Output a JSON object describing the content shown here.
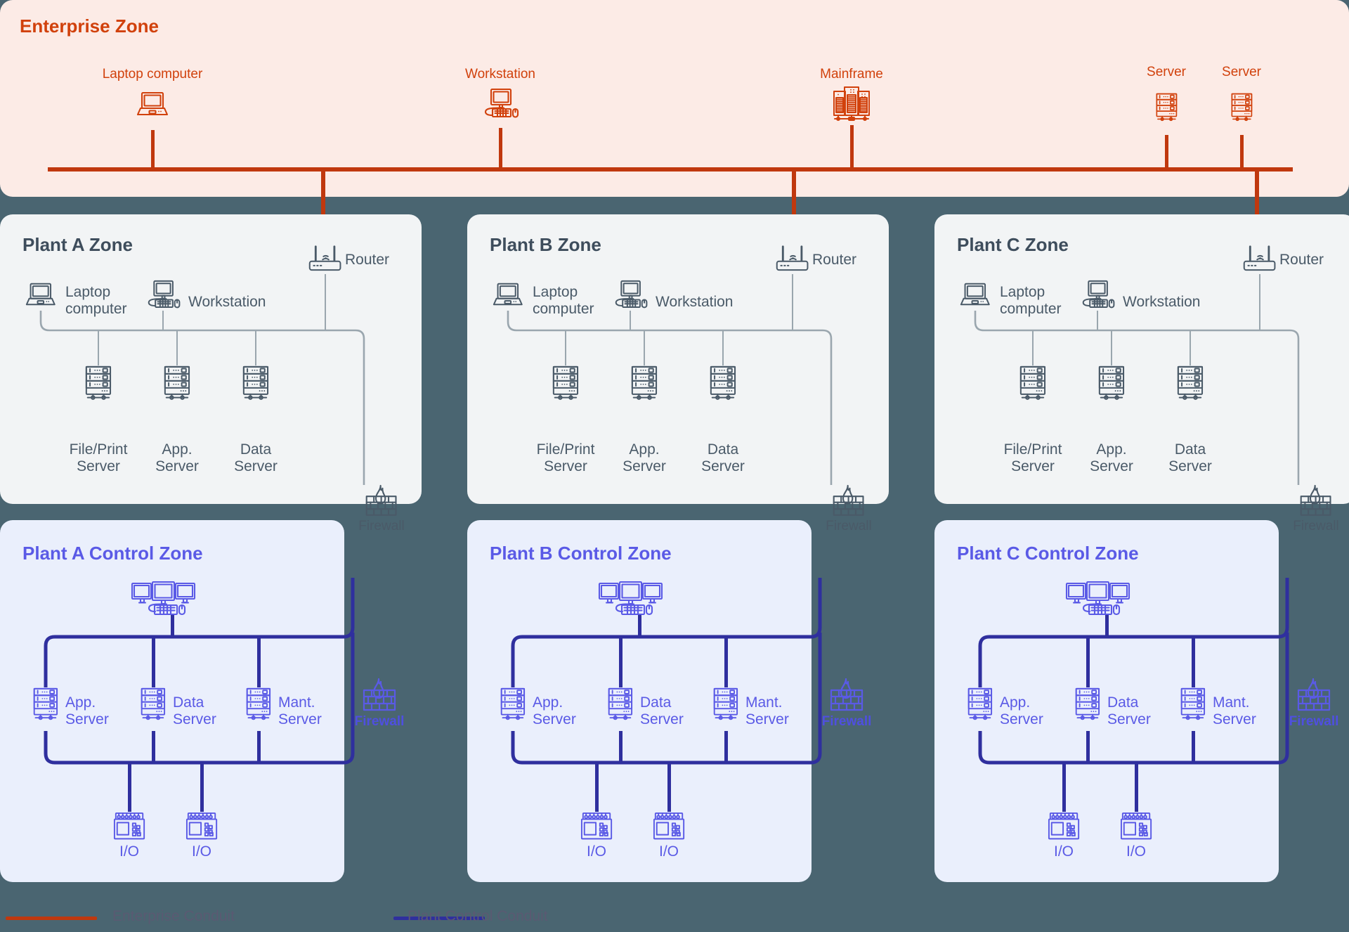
{
  "zones": {
    "enterprise": {
      "title": "Enterprise Zone"
    },
    "plants": [
      {
        "title": "Plant A Zone"
      },
      {
        "title": "Plant B Zone"
      },
      {
        "title": "Plant C Zone"
      }
    ],
    "controls": [
      {
        "title": "Plant A Control Zone"
      },
      {
        "title": "Plant B Control Zone"
      },
      {
        "title": "Plant C Control Zone"
      }
    ]
  },
  "enterprise_nodes": [
    {
      "label": "Laptop computer",
      "icon": "laptop-icon"
    },
    {
      "label": "Workstation",
      "icon": "workstation-icon"
    },
    {
      "label": "Mainframe",
      "icon": "mainframe-icon"
    },
    {
      "label": "Server",
      "icon": "server-icon"
    },
    {
      "label": "Server",
      "icon": "server-icon"
    }
  ],
  "plant_nodes": {
    "router": {
      "label": "Router",
      "icon": "router-icon"
    },
    "laptop": {
      "label": "Laptop\ncomputer",
      "line1": "Laptop",
      "line2": "computer",
      "icon": "laptop-icon"
    },
    "workstation": {
      "label": "Workstation",
      "icon": "workstation-icon"
    },
    "servers": [
      {
        "line1": "File/Print",
        "line2": "Server",
        "icon": "server-icon"
      },
      {
        "line1": "App.",
        "line2": "Server",
        "icon": "server-icon"
      },
      {
        "line1": "Data",
        "line2": "Server",
        "icon": "server-icon"
      }
    ],
    "firewall": {
      "label": "Firewall",
      "icon": "firewall-icon"
    }
  },
  "control_nodes": {
    "hmi": {
      "icon": "triple-monitor-workstation-icon"
    },
    "servers": [
      {
        "line1": "App.",
        "line2": "Server",
        "icon": "server-icon"
      },
      {
        "line1": "Data",
        "line2": "Server",
        "icon": "server-icon"
      },
      {
        "line1": "Mant.",
        "line2": "Server",
        "icon": "server-icon"
      }
    ],
    "io": [
      {
        "label": "I/O",
        "icon": "io-module-icon"
      },
      {
        "label": "I/O",
        "icon": "io-module-icon"
      }
    ],
    "firewall": {
      "label": "Firewall",
      "icon": "firewall-icon"
    }
  },
  "legend": {
    "items": [
      {
        "label": "Enterprise Conduit",
        "color": "#c0380e"
      },
      {
        "label": "Plant Control Conduit",
        "color": "#2f2f9e"
      }
    ]
  },
  "colors": {
    "enterprise_accent": "#d1410c",
    "enterprise_bg": "#fcebe6",
    "plant_accent": "#4a5a68",
    "plant_bg": "#f2f4f5",
    "control_accent": "#5a5ae6",
    "control_bg": "#eaeffc",
    "page_bg": "#4a6571",
    "enterprise_conduit": "#c0380e",
    "control_conduit": "#2f2f9e",
    "plant_conduit": "#9aa6ae"
  }
}
